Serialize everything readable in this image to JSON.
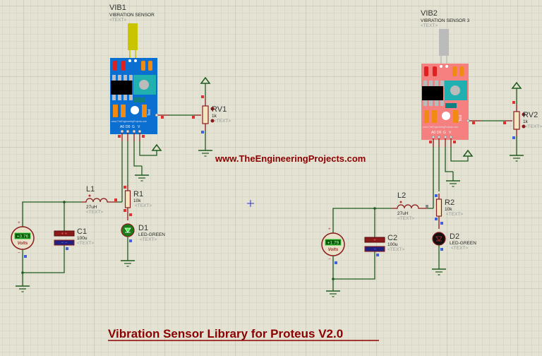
{
  "website": "www.TheEngineeringProjects.com",
  "footer_title": "Vibration Sensor Library for Proteus V2.0",
  "colors": {
    "background": "#e4e3d3",
    "wire": "#1e5a1e",
    "pin": "#8b1a1a",
    "title": "#8b0000",
    "module1": "#0a6fd1",
    "module2": "#f48080"
  },
  "circuits": [
    {
      "sensor": {
        "ref": "VIB1",
        "name": "VIBRATION SENSOR",
        "text": "<TEXT>",
        "board_text": "www.TheEngineeringProjects.com",
        "test_label": "Test",
        "pins": [
          "A0",
          "D0",
          "G",
          "V"
        ]
      },
      "pot": {
        "ref": "RV1",
        "value": "1k",
        "text": "<TEXT>"
      },
      "inductor": {
        "ref": "L1",
        "value": "27uH",
        "text": "<TEXT>"
      },
      "resistor": {
        "ref": "R1",
        "value": "10k",
        "text": "<TEXT>"
      },
      "led": {
        "ref": "D1",
        "value": "LED-GREEN",
        "text": "<TEXT>"
      },
      "capacitor": {
        "ref": "C1",
        "value": "100u",
        "text": "<TEXT>",
        "plus": "+ +",
        "minus": "− −"
      },
      "voltmeter": {
        "reading": "+3.76",
        "unit": "Volts",
        "plus": "+",
        "minus": "−"
      }
    },
    {
      "sensor": {
        "ref": "VIB2",
        "name": "VIBRATION SENSOR 3",
        "text": "<TEXT>",
        "board_text": "www.TheEngineeringProjects.com",
        "test_label": "Test",
        "pins": [
          "A0",
          "D0",
          "G",
          "V"
        ]
      },
      "pot": {
        "ref": "RV2",
        "value": "1k",
        "text": "<TEXT>"
      },
      "inductor": {
        "ref": "L2",
        "value": "27uH",
        "text": "<TEXT>"
      },
      "resistor": {
        "ref": "R2",
        "value": "10k",
        "text": "<TEXT>"
      },
      "led": {
        "ref": "D2",
        "value": "LED-GREEN",
        "text": "<TEXT>"
      },
      "capacitor": {
        "ref": "C2",
        "value": "100u",
        "text": "<TEXT>",
        "plus": "+",
        "minus": "−"
      },
      "voltmeter": {
        "reading": "+1.79",
        "unit": "Volts",
        "plus": "+",
        "minus": "−"
      }
    }
  ]
}
